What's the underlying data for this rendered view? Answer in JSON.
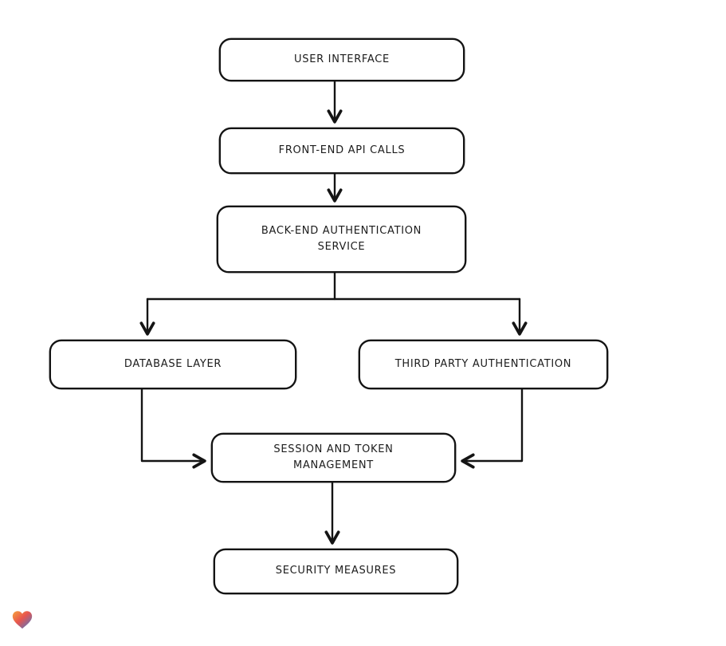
{
  "diagram": {
    "title": "Authentication architecture flowchart",
    "colors": {
      "stroke": "#141414",
      "node_fill": "#ffffff",
      "background": "#ffffff"
    },
    "nodes": [
      {
        "id": "user-interface",
        "label": "USER INTERFACE"
      },
      {
        "id": "frontend-api-calls",
        "label": "FRONT-END API CALLS"
      },
      {
        "id": "backend-auth-service",
        "label": "BACK-END AUTHENTICATION\nSERVICE"
      },
      {
        "id": "database-layer",
        "label": "DATABASE LAYER"
      },
      {
        "id": "third-party-auth",
        "label": "THIRD PARTY AUTHENTICATION"
      },
      {
        "id": "session-token-management",
        "label": "SESSION AND TOKEN\nMANAGEMENT"
      },
      {
        "id": "security-measures",
        "label": "SECURITY MEASURES"
      }
    ],
    "edges": [
      {
        "from": "user-interface",
        "to": "frontend-api-calls"
      },
      {
        "from": "frontend-api-calls",
        "to": "backend-auth-service"
      },
      {
        "from": "backend-auth-service",
        "to": "database-layer"
      },
      {
        "from": "backend-auth-service",
        "to": "third-party-auth"
      },
      {
        "from": "database-layer",
        "to": "session-token-management"
      },
      {
        "from": "third-party-auth",
        "to": "session-token-management"
      },
      {
        "from": "session-token-management",
        "to": "security-measures"
      }
    ]
  },
  "footer": {
    "logo": "heart-logo"
  }
}
